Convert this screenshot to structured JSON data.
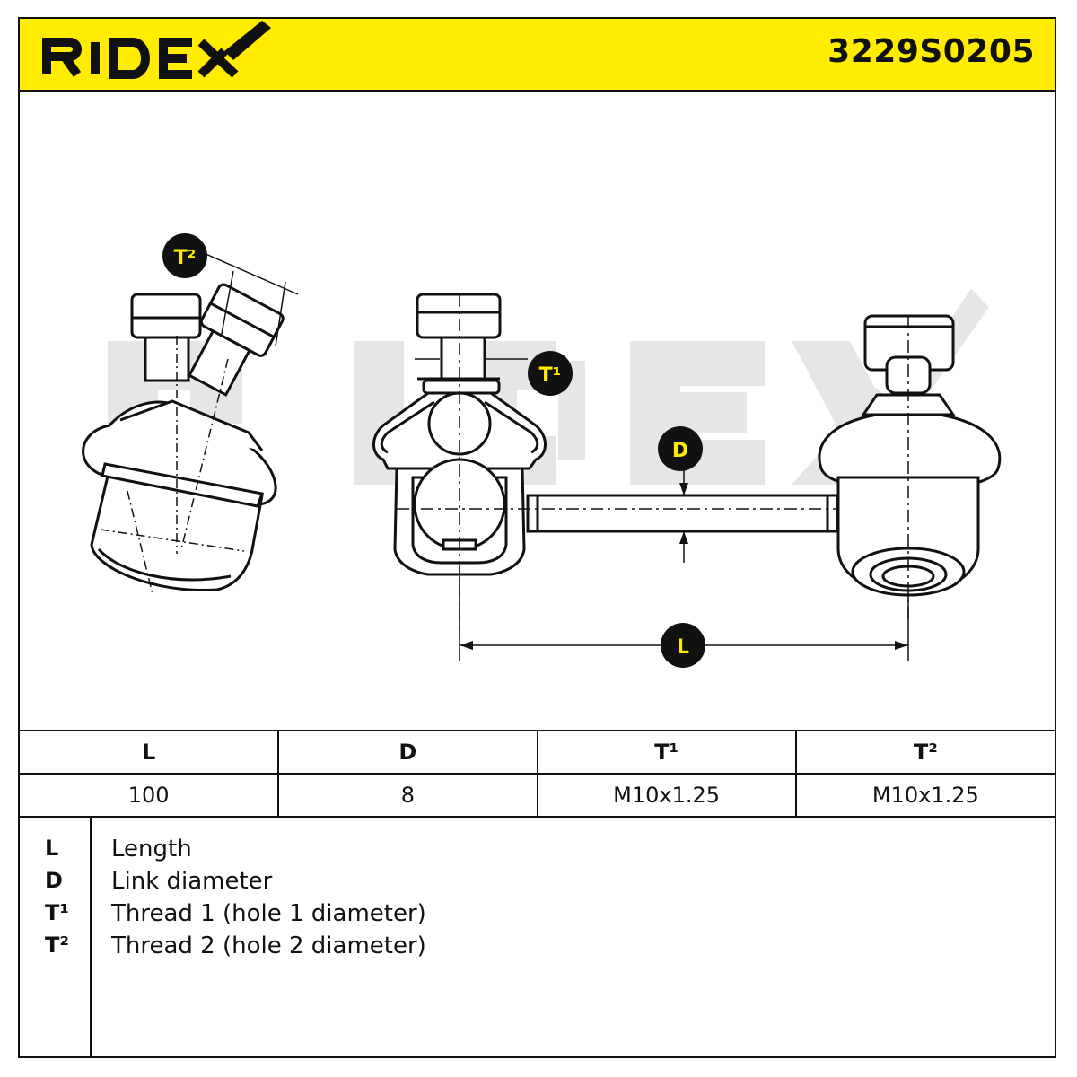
{
  "header": {
    "brand": "RIDEX",
    "part_number": "3229S0205",
    "background_color": "#ffec00"
  },
  "drawing": {
    "watermark": "RIDEX",
    "labels": {
      "t2": "T²",
      "t1": "T¹",
      "d": "D",
      "l": "L"
    }
  },
  "specs": {
    "headers": [
      "L",
      "D",
      "T¹",
      "T²"
    ],
    "values": [
      "100",
      "8",
      "M10x1.25",
      "M10x1.25"
    ]
  },
  "legend": [
    {
      "key": "L",
      "text": "Length"
    },
    {
      "key": "D",
      "text": "Link diameter"
    },
    {
      "key": "T¹",
      "text": "Thread 1 (hole 1 diameter)"
    },
    {
      "key": "T²",
      "text": "Thread 2 (hole 2 diameter)"
    }
  ]
}
